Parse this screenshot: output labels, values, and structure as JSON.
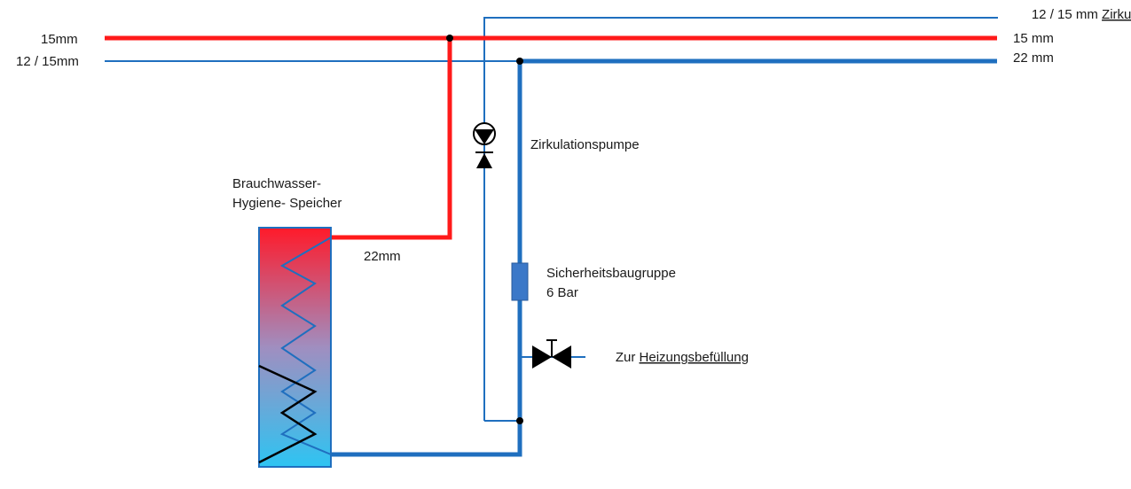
{
  "labels": {
    "left_hot": "15mm",
    "left_cold": "12 / 15mm",
    "right_circ_prefix": "12 / 15 mm ",
    "right_circ_word": "Zirku",
    "right_hot": "15 mm",
    "right_cold": "22 mm",
    "tank_line1": "Brauchwasser-",
    "tank_line2": "Hygiene- Speicher",
    "tank_outlet": "22mm",
    "pump": "Zirkulationspumpe",
    "safety_line1": "Sicherheitsbaugruppe",
    "safety_line2": "6 Bar",
    "fill_prefix": "Zur ",
    "fill_word": "Heizungsbefüllung"
  },
  "colors": {
    "hot": "#ff1a1a",
    "cold": "#1f6fbf",
    "tank_top": "#ff1a2a",
    "tank_bottom": "#2ec4f2",
    "safety_box": "#3b78c8",
    "valve": "#000000"
  },
  "icons": {
    "pump": "circulation-pump-icon",
    "check_valve": "check-valve-icon",
    "safety_group": "safety-group-icon",
    "fill_valve": "shutoff-valve-icon"
  }
}
